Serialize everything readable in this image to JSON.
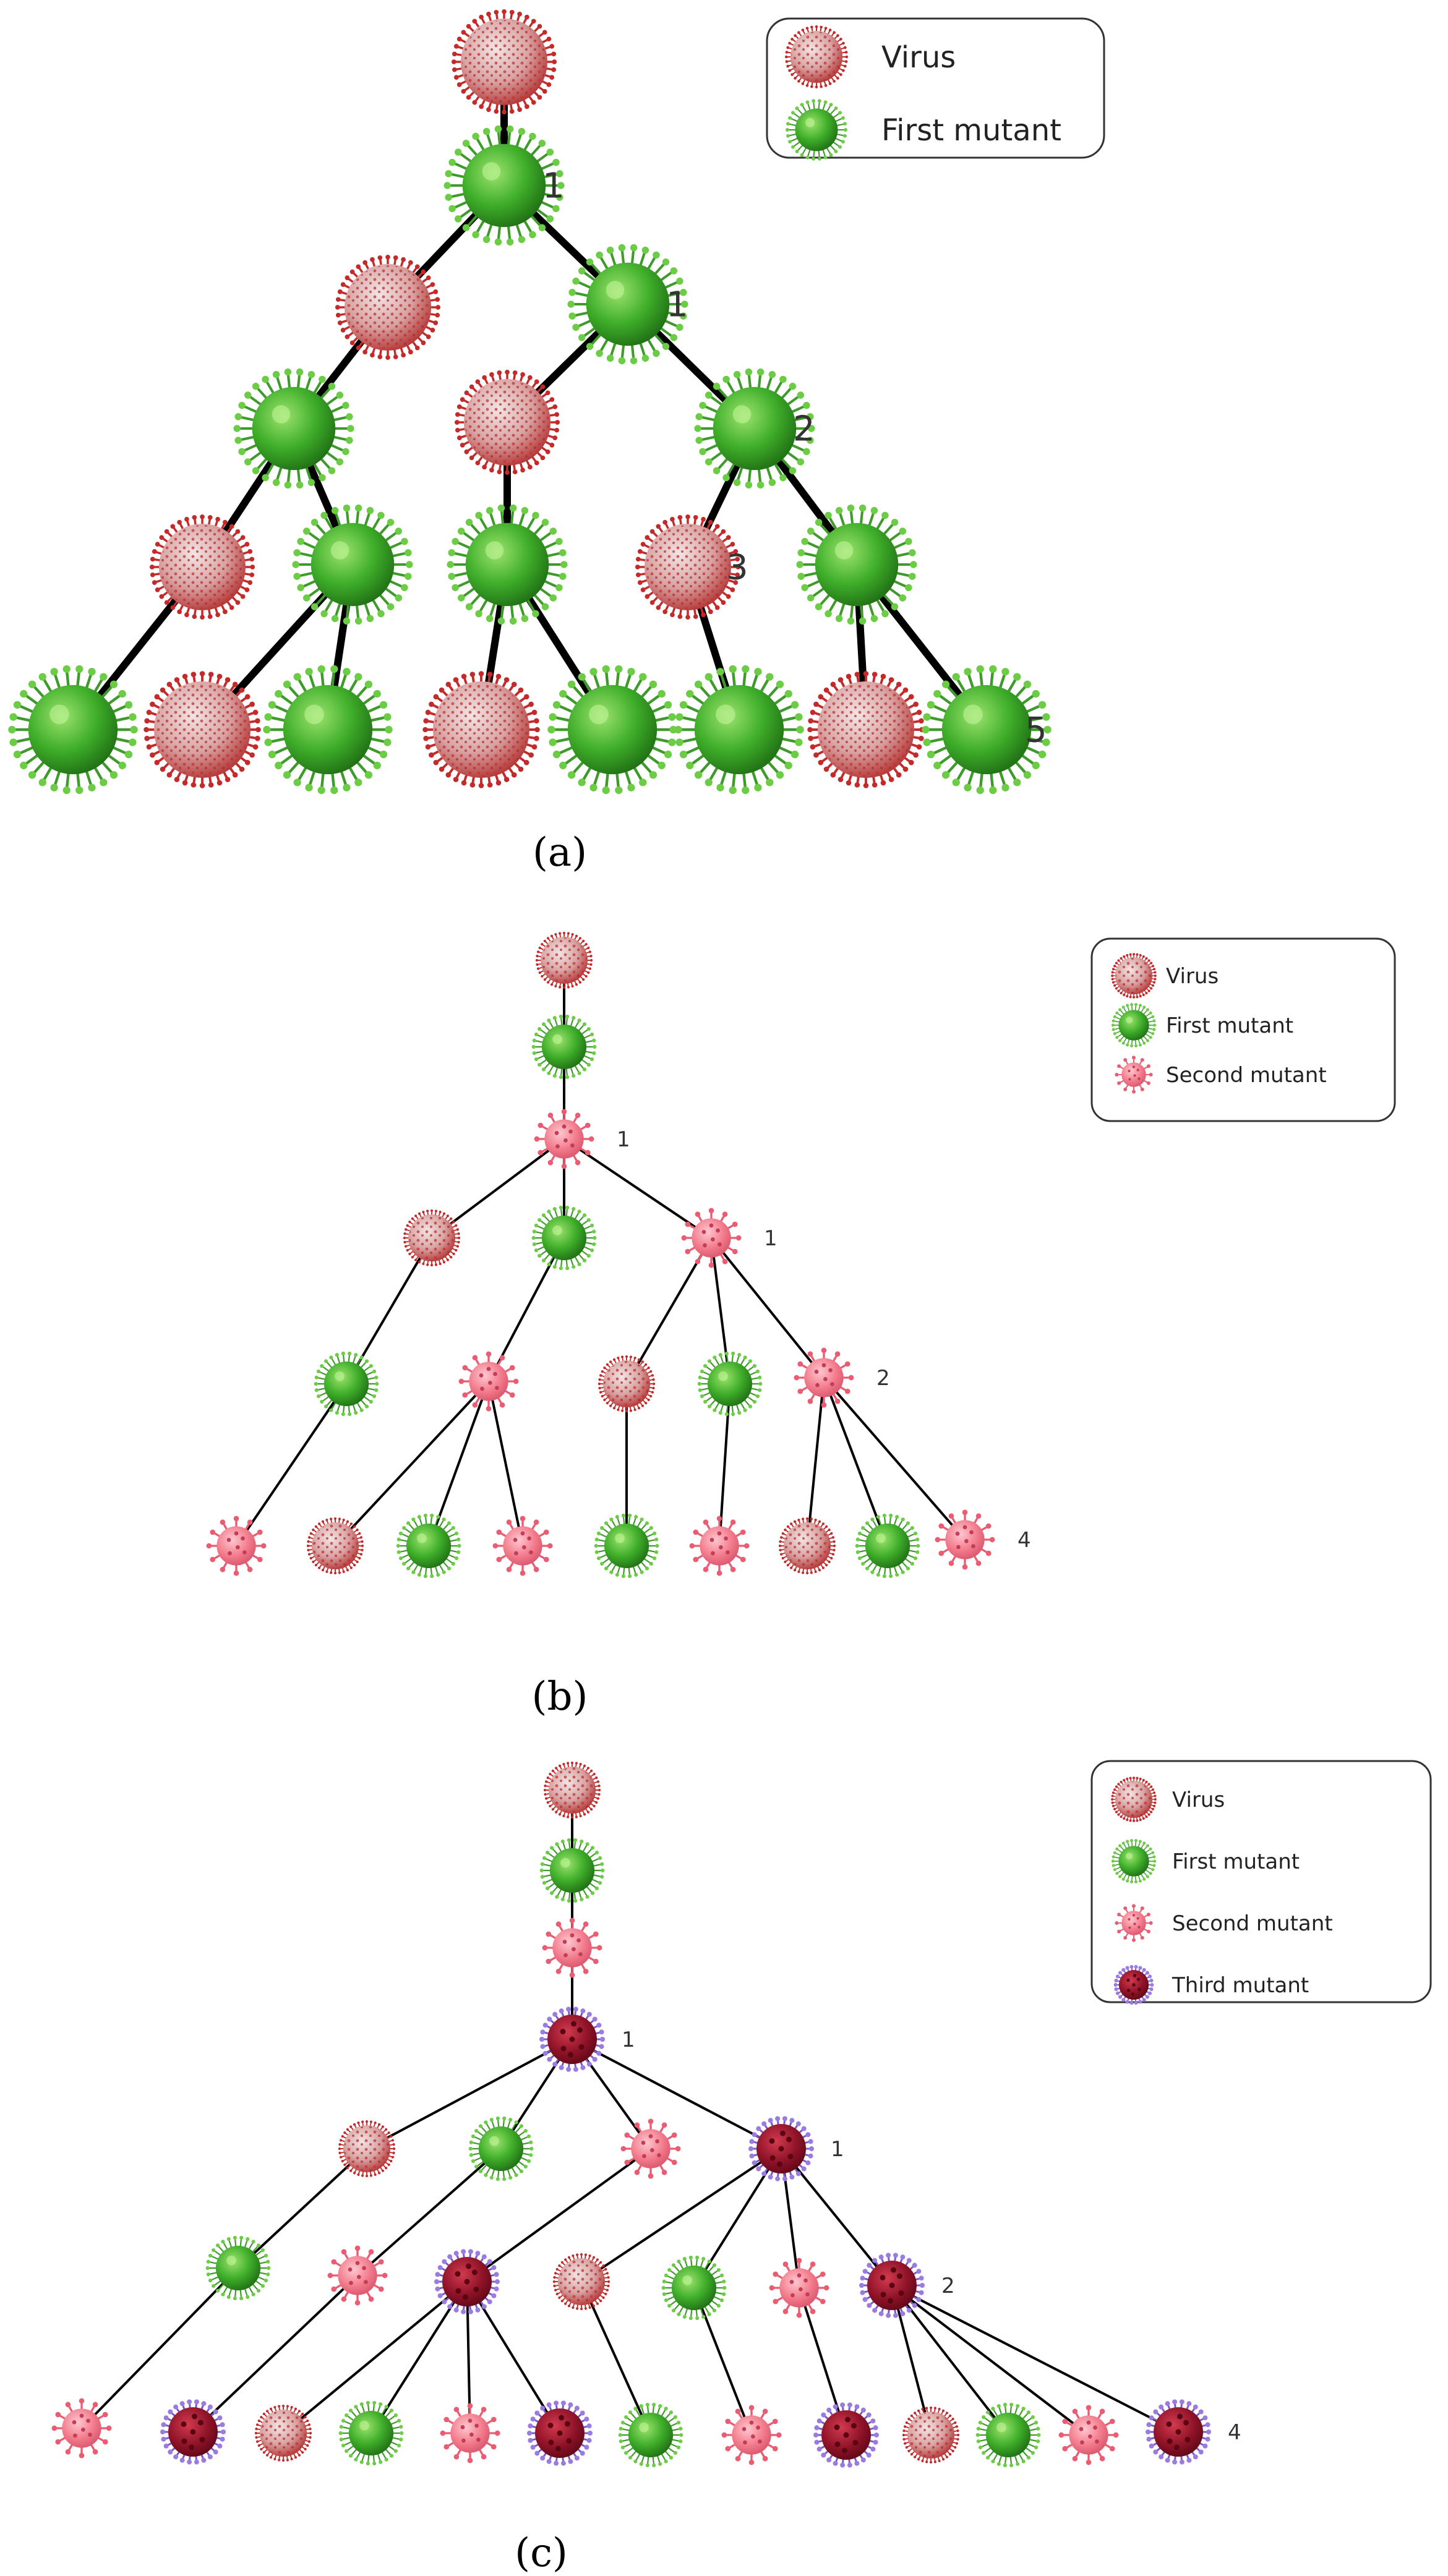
{
  "palette": {
    "virus": "#c42a2a",
    "first_mutant": "#2fa02a",
    "second_mutant": "#ef6e80",
    "third_mutant": "#8a1226",
    "edge": "#000000"
  },
  "panels": [
    {
      "id": "a",
      "caption": "(a)",
      "legend": [
        {
          "kind": "virus",
          "label": "Virus"
        },
        {
          "kind": "first",
          "label": "First mutant"
        }
      ],
      "counts": [
        {
          "node": "a1",
          "label": "1"
        },
        {
          "node": "b2",
          "label": "1"
        },
        {
          "node": "c3",
          "label": "2"
        },
        {
          "node": "d4",
          "label": "3"
        },
        {
          "node": "e8",
          "label": "5"
        }
      ],
      "nodes": [
        {
          "id": "r",
          "kind": "virus"
        },
        {
          "id": "a1",
          "kind": "first"
        },
        {
          "id": "b1",
          "kind": "virus"
        },
        {
          "id": "b2",
          "kind": "first"
        },
        {
          "id": "c1",
          "kind": "first"
        },
        {
          "id": "c2",
          "kind": "virus"
        },
        {
          "id": "c3",
          "kind": "first"
        },
        {
          "id": "d1",
          "kind": "virus"
        },
        {
          "id": "d2",
          "kind": "first"
        },
        {
          "id": "d3",
          "kind": "first"
        },
        {
          "id": "d4",
          "kind": "virus"
        },
        {
          "id": "d5",
          "kind": "first"
        },
        {
          "id": "e1",
          "kind": "first"
        },
        {
          "id": "e2",
          "kind": "virus"
        },
        {
          "id": "e3",
          "kind": "first"
        },
        {
          "id": "e4",
          "kind": "virus"
        },
        {
          "id": "e5",
          "kind": "first"
        },
        {
          "id": "e6",
          "kind": "first"
        },
        {
          "id": "e7",
          "kind": "virus"
        },
        {
          "id": "e8",
          "kind": "first"
        }
      ],
      "edges": [
        [
          "r",
          "a1"
        ],
        [
          "a1",
          "b1"
        ],
        [
          "a1",
          "b2"
        ],
        [
          "b1",
          "c1"
        ],
        [
          "b2",
          "c2"
        ],
        [
          "b2",
          "c3"
        ],
        [
          "c1",
          "d1"
        ],
        [
          "c1",
          "d2"
        ],
        [
          "c2",
          "d3"
        ],
        [
          "c3",
          "d4"
        ],
        [
          "c3",
          "d5"
        ],
        [
          "d1",
          "e1"
        ],
        [
          "d2",
          "e2"
        ],
        [
          "d2",
          "e3"
        ],
        [
          "d3",
          "e4"
        ],
        [
          "d3",
          "e5"
        ],
        [
          "d4",
          "e6"
        ],
        [
          "d5",
          "e7"
        ],
        [
          "d5",
          "e8"
        ]
      ]
    },
    {
      "id": "b",
      "caption": "(b)",
      "legend": [
        {
          "kind": "virus",
          "label": "Virus"
        },
        {
          "kind": "first",
          "label": "First mutant"
        },
        {
          "kind": "second",
          "label": "Second mutant"
        }
      ],
      "counts": [
        {
          "node": "s",
          "label": "1"
        },
        {
          "node": "m3",
          "label": "1"
        },
        {
          "node": "n5",
          "label": "2"
        },
        {
          "node": "o10",
          "label": "4"
        }
      ],
      "nodes": [
        {
          "id": "r",
          "kind": "virus"
        },
        {
          "id": "g",
          "kind": "first"
        },
        {
          "id": "s",
          "kind": "second"
        },
        {
          "id": "m1",
          "kind": "virus"
        },
        {
          "id": "m2",
          "kind": "first"
        },
        {
          "id": "m3",
          "kind": "second"
        },
        {
          "id": "n1",
          "kind": "first"
        },
        {
          "id": "n2",
          "kind": "second"
        },
        {
          "id": "n3",
          "kind": "virus"
        },
        {
          "id": "n4",
          "kind": "first"
        },
        {
          "id": "n5",
          "kind": "second"
        },
        {
          "id": "o1",
          "kind": "second"
        },
        {
          "id": "o2",
          "kind": "virus"
        },
        {
          "id": "o3",
          "kind": "first"
        },
        {
          "id": "o4",
          "kind": "second"
        },
        {
          "id": "o5",
          "kind": "first"
        },
        {
          "id": "o6",
          "kind": "second"
        },
        {
          "id": "o7",
          "kind": "virus"
        },
        {
          "id": "o8",
          "kind": "first"
        },
        {
          "id": "o10",
          "kind": "second"
        }
      ],
      "edges": [
        [
          "r",
          "g"
        ],
        [
          "g",
          "s"
        ],
        [
          "s",
          "m1"
        ],
        [
          "s",
          "m2"
        ],
        [
          "s",
          "m3"
        ],
        [
          "m1",
          "n1"
        ],
        [
          "m2",
          "n2"
        ],
        [
          "m3",
          "n3"
        ],
        [
          "m3",
          "n4"
        ],
        [
          "m3",
          "n5"
        ],
        [
          "n1",
          "o1"
        ],
        [
          "n2",
          "o2"
        ],
        [
          "n2",
          "o3"
        ],
        [
          "n2",
          "o4"
        ],
        [
          "n3",
          "o5"
        ],
        [
          "n4",
          "o6"
        ],
        [
          "n5",
          "o7"
        ],
        [
          "n5",
          "o8"
        ],
        [
          "n5",
          "o10"
        ]
      ]
    },
    {
      "id": "c",
      "caption": "(c)",
      "legend": [
        {
          "kind": "virus",
          "label": "Virus"
        },
        {
          "kind": "first",
          "label": "First mutant"
        },
        {
          "kind": "second",
          "label": "Second mutant"
        },
        {
          "kind": "third",
          "label": "Third mutant"
        }
      ],
      "counts": [
        {
          "node": "t",
          "label": "1"
        },
        {
          "node": "p4",
          "label": "1"
        },
        {
          "node": "q7",
          "label": "2"
        },
        {
          "node": "w14",
          "label": "4"
        }
      ],
      "nodes": [
        {
          "id": "r",
          "kind": "virus"
        },
        {
          "id": "g",
          "kind": "first"
        },
        {
          "id": "s",
          "kind": "second"
        },
        {
          "id": "t",
          "kind": "third"
        },
        {
          "id": "p1",
          "kind": "virus"
        },
        {
          "id": "p2",
          "kind": "first"
        },
        {
          "id": "p3",
          "kind": "second"
        },
        {
          "id": "p4",
          "kind": "third"
        },
        {
          "id": "q1",
          "kind": "first"
        },
        {
          "id": "q2",
          "kind": "second"
        },
        {
          "id": "q3",
          "kind": "third"
        },
        {
          "id": "q4",
          "kind": "virus"
        },
        {
          "id": "q5",
          "kind": "first"
        },
        {
          "id": "q6",
          "kind": "second"
        },
        {
          "id": "q7",
          "kind": "third"
        },
        {
          "id": "w1",
          "kind": "second"
        },
        {
          "id": "w2",
          "kind": "third"
        },
        {
          "id": "w3",
          "kind": "virus"
        },
        {
          "id": "w4",
          "kind": "first"
        },
        {
          "id": "w5",
          "kind": "second"
        },
        {
          "id": "w6",
          "kind": "third"
        },
        {
          "id": "w7",
          "kind": "first"
        },
        {
          "id": "w8",
          "kind": "second"
        },
        {
          "id": "w9",
          "kind": "third"
        },
        {
          "id": "w10",
          "kind": "virus"
        },
        {
          "id": "w11",
          "kind": "first"
        },
        {
          "id": "w12",
          "kind": "second"
        },
        {
          "id": "w14",
          "kind": "third"
        }
      ],
      "edges": [
        [
          "r",
          "g"
        ],
        [
          "g",
          "s"
        ],
        [
          "s",
          "t"
        ],
        [
          "t",
          "p1"
        ],
        [
          "t",
          "p2"
        ],
        [
          "t",
          "p3"
        ],
        [
          "t",
          "p4"
        ],
        [
          "p1",
          "q1"
        ],
        [
          "p2",
          "q2"
        ],
        [
          "p3",
          "q3"
        ],
        [
          "p4",
          "q4"
        ],
        [
          "p4",
          "q5"
        ],
        [
          "p4",
          "q6"
        ],
        [
          "p4",
          "q7"
        ],
        [
          "q1",
          "w1"
        ],
        [
          "q2",
          "w2"
        ],
        [
          "q3",
          "w3"
        ],
        [
          "q3",
          "w4"
        ],
        [
          "q3",
          "w5"
        ],
        [
          "q3",
          "w6"
        ],
        [
          "q4",
          "w7"
        ],
        [
          "q5",
          "w8"
        ],
        [
          "q6",
          "w9"
        ],
        [
          "q7",
          "w10"
        ],
        [
          "q7",
          "w11"
        ],
        [
          "q7",
          "w12"
        ],
        [
          "q7",
          "w14"
        ]
      ]
    }
  ]
}
